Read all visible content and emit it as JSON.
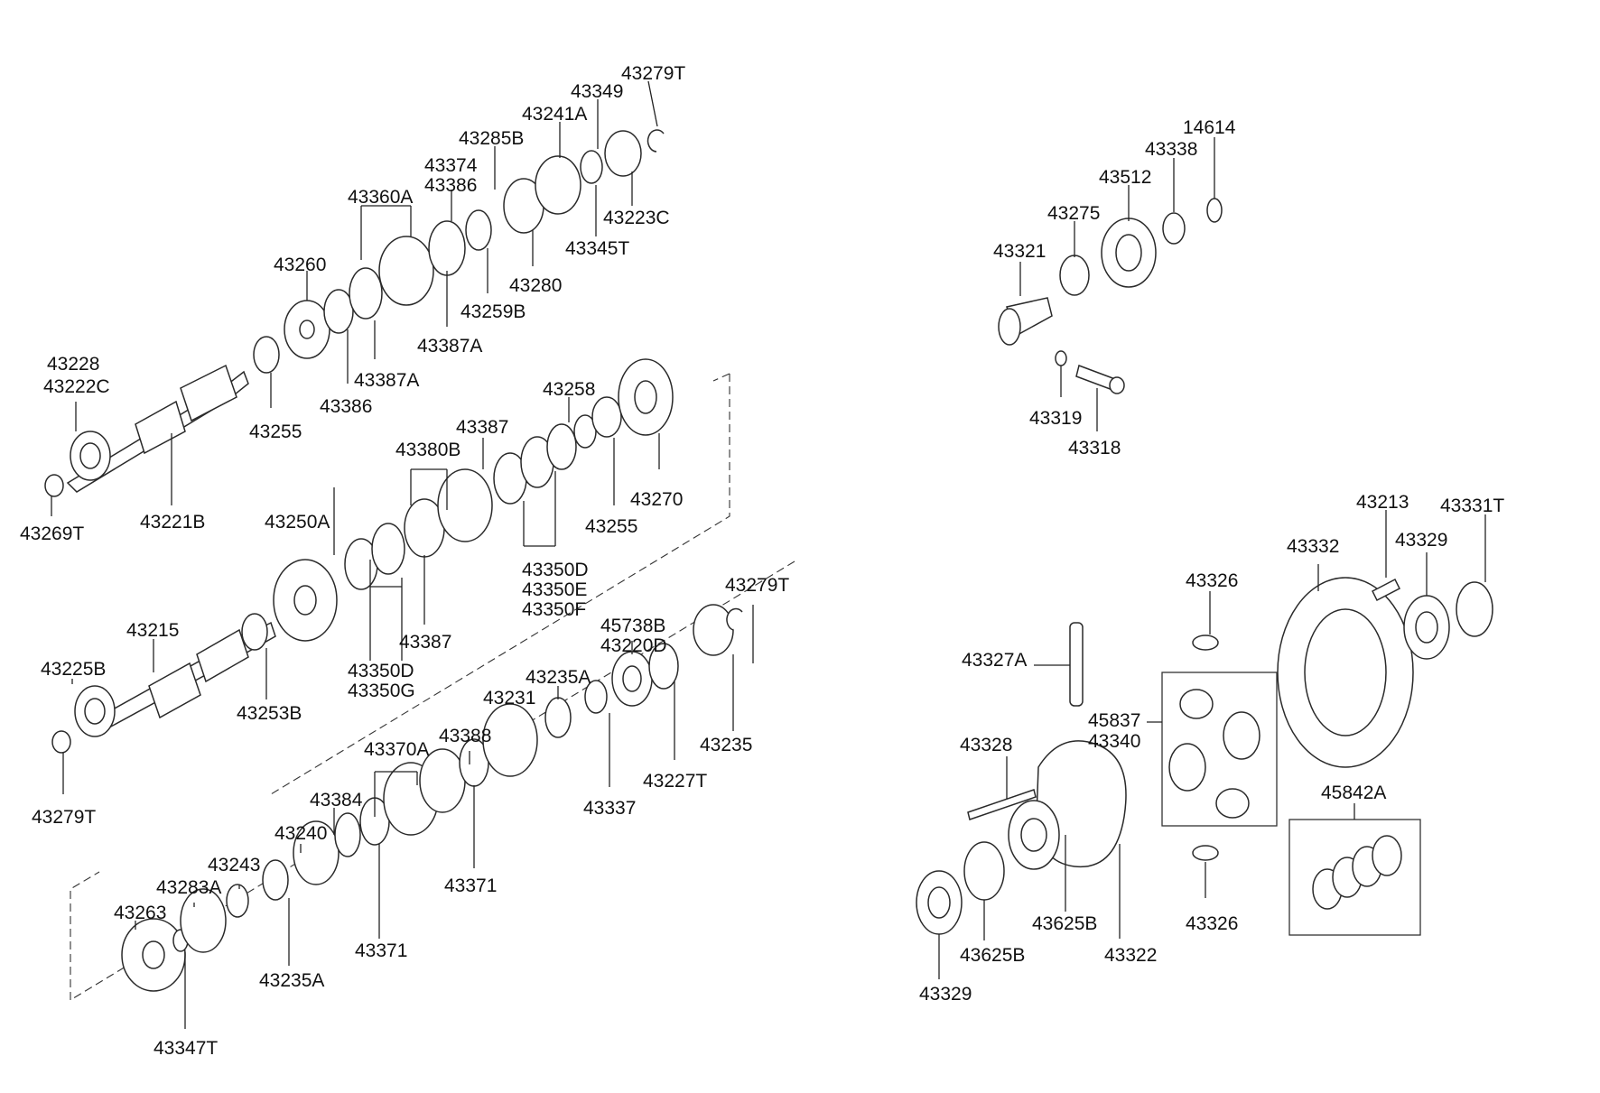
{
  "labels": {
    "p43279T_a": "43279T",
    "p43349": "43349",
    "p43241A": "43241A",
    "p43285B": "43285B",
    "p43374": "43374",
    "p43386_a": "43386",
    "p43360A": "43360A",
    "p43223C": "43223C",
    "p43345T": "43345T",
    "p43280": "43280",
    "p43259B": "43259B",
    "p43387A_a": "43387A",
    "p43260": "43260",
    "p43387A_b": "43387A",
    "p43386_b": "43386",
    "p43228": "43228",
    "p43222C": "43222C",
    "p43255_a": "43255",
    "p43221B": "43221B",
    "p43269T": "43269T",
    "p43258": "43258",
    "p43387_a": "43387",
    "p43380B": "43380B",
    "p43270": "43270",
    "p43255_b": "43255",
    "p43250A": "43250A",
    "p43350D_a": "43350D",
    "p43350E": "43350E",
    "p43350F": "43350F",
    "p43387_b": "43387",
    "p43350D_b": "43350D",
    "p43350G": "43350G",
    "p43215": "43215",
    "p43225B": "43225B",
    "p43253B": "43253B",
    "p43279T_b": "43279T",
    "p43279T_c": "43279T",
    "p45738B": "45738B",
    "p43220D": "43220D",
    "p43235A_a": "43235A",
    "p43231": "43231",
    "p43235": "43235",
    "p43370A": "43370A",
    "p43388": "43388",
    "p43227T": "43227T",
    "p43337": "43337",
    "p43384": "43384",
    "p43240": "43240",
    "p43371_a": "43371",
    "p43243": "43243",
    "p43283A": "43283A",
    "p43263": "43263",
    "p43371_b": "43371",
    "p43235A_b": "43235A",
    "p43347T": "43347T",
    "p14614": "14614",
    "p43338": "43338",
    "p43512": "43512",
    "p43275": "43275",
    "p43321": "43321",
    "p43319": "43319",
    "p43318": "43318",
    "p43213": "43213",
    "p43331T": "43331T",
    "p43329_a": "43329",
    "p43332": "43332",
    "p43326_a": "43326",
    "p43327A": "43327A",
    "p45837": "45837",
    "p43340": "43340",
    "p43328": "43328",
    "p45842A": "45842A",
    "p43625B_a": "43625B",
    "p43625B_b": "43625B",
    "p43322": "43322",
    "p43326_b": "43326",
    "p43329_b": "43329"
  }
}
